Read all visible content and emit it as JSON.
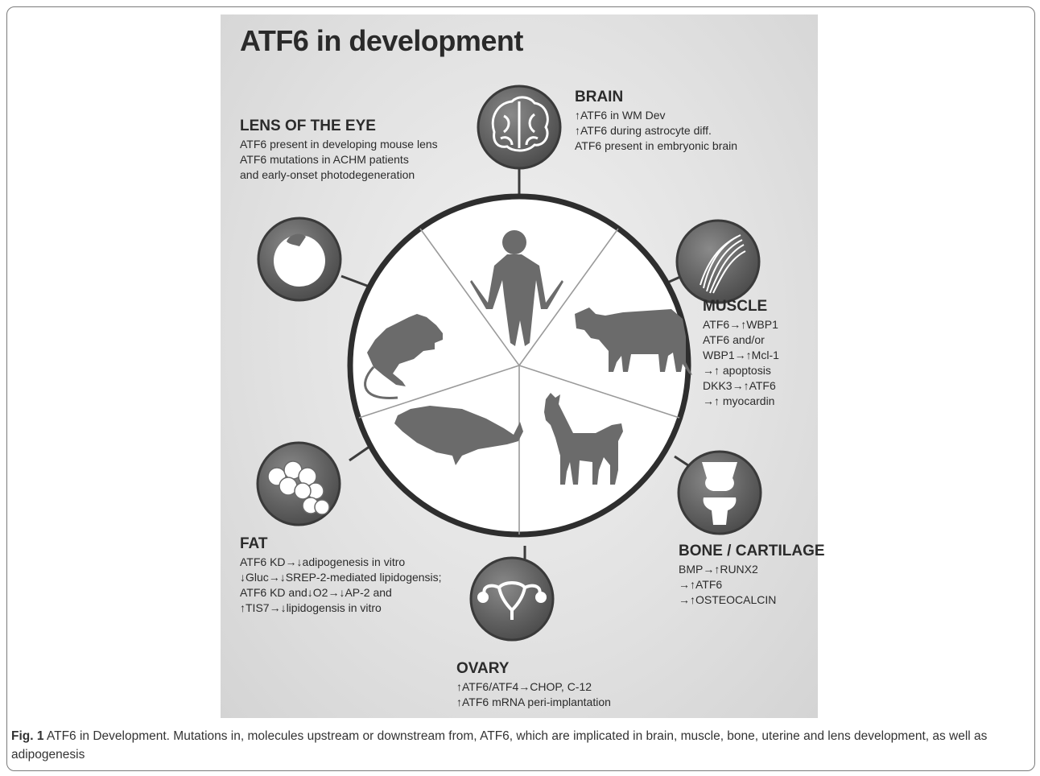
{
  "title": "ATF6 in development",
  "sections": {
    "brain": {
      "label": "BRAIN",
      "lines": [
        "↑ATF6 in WM Dev",
        "↑ATF6 during astrocyte diff.",
        "ATF6 present in embryonic brain"
      ]
    },
    "lens": {
      "label": "LENS OF THE EYE",
      "lines": [
        "ATF6 present in developing mouse lens",
        "ATF6 mutations in ACHM patients",
        "and early-onset photodegeneration"
      ]
    },
    "muscle": {
      "label": "MUSCLE",
      "lines": [
        "ATF6→↑WBP1",
        "ATF6 and/or",
        "WBP1→↑Mcl-1",
        "→↑ apoptosis",
        "DKK3→↑ATF6",
        "→↑ myocardin"
      ]
    },
    "fat": {
      "label": "FAT",
      "lines": [
        "ATF6 KD→↓adipogenesis in vitro",
        "↓Gluc→↓SREP-2-mediated lipidogensis;",
        "ATF6 KD and↓O2→↓AP-2 and",
        "↑TIS7→↓lipidogensis in vitro"
      ]
    },
    "bone": {
      "label": "BONE / CARTILAGE",
      "lines": [
        "BMP→↑RUNX2",
        "→↑ATF6",
        "→↑OSTEOCALCIN"
      ]
    },
    "ovary": {
      "label": "OVARY",
      "lines": [
        "↑ATF6/ATF4→CHOP, C-12",
        "↑ATF6 mRNA peri-implantation"
      ]
    }
  },
  "icons": [
    "brain-icon",
    "muscle-icon",
    "bone-cartilage-icon",
    "ovary-icon",
    "fat-cells-icon",
    "lens-icon",
    "human-icon",
    "cow-icon",
    "goat-icon",
    "fish-icon",
    "rat-icon"
  ],
  "colors": {
    "panel": "#dedede",
    "wheel_slices": "#ffffff",
    "silhouettes": "#6b6b6b",
    "medallion": "#5f5f5f",
    "text": "#2b2b2b"
  },
  "caption": {
    "label": "Fig. 1",
    "text": "ATF6 in Development. Mutations in, molecules upstream or downstream from, ATF6, which are implicated in brain, muscle, bone, uterine and lens development, as well as adipogenesis"
  }
}
